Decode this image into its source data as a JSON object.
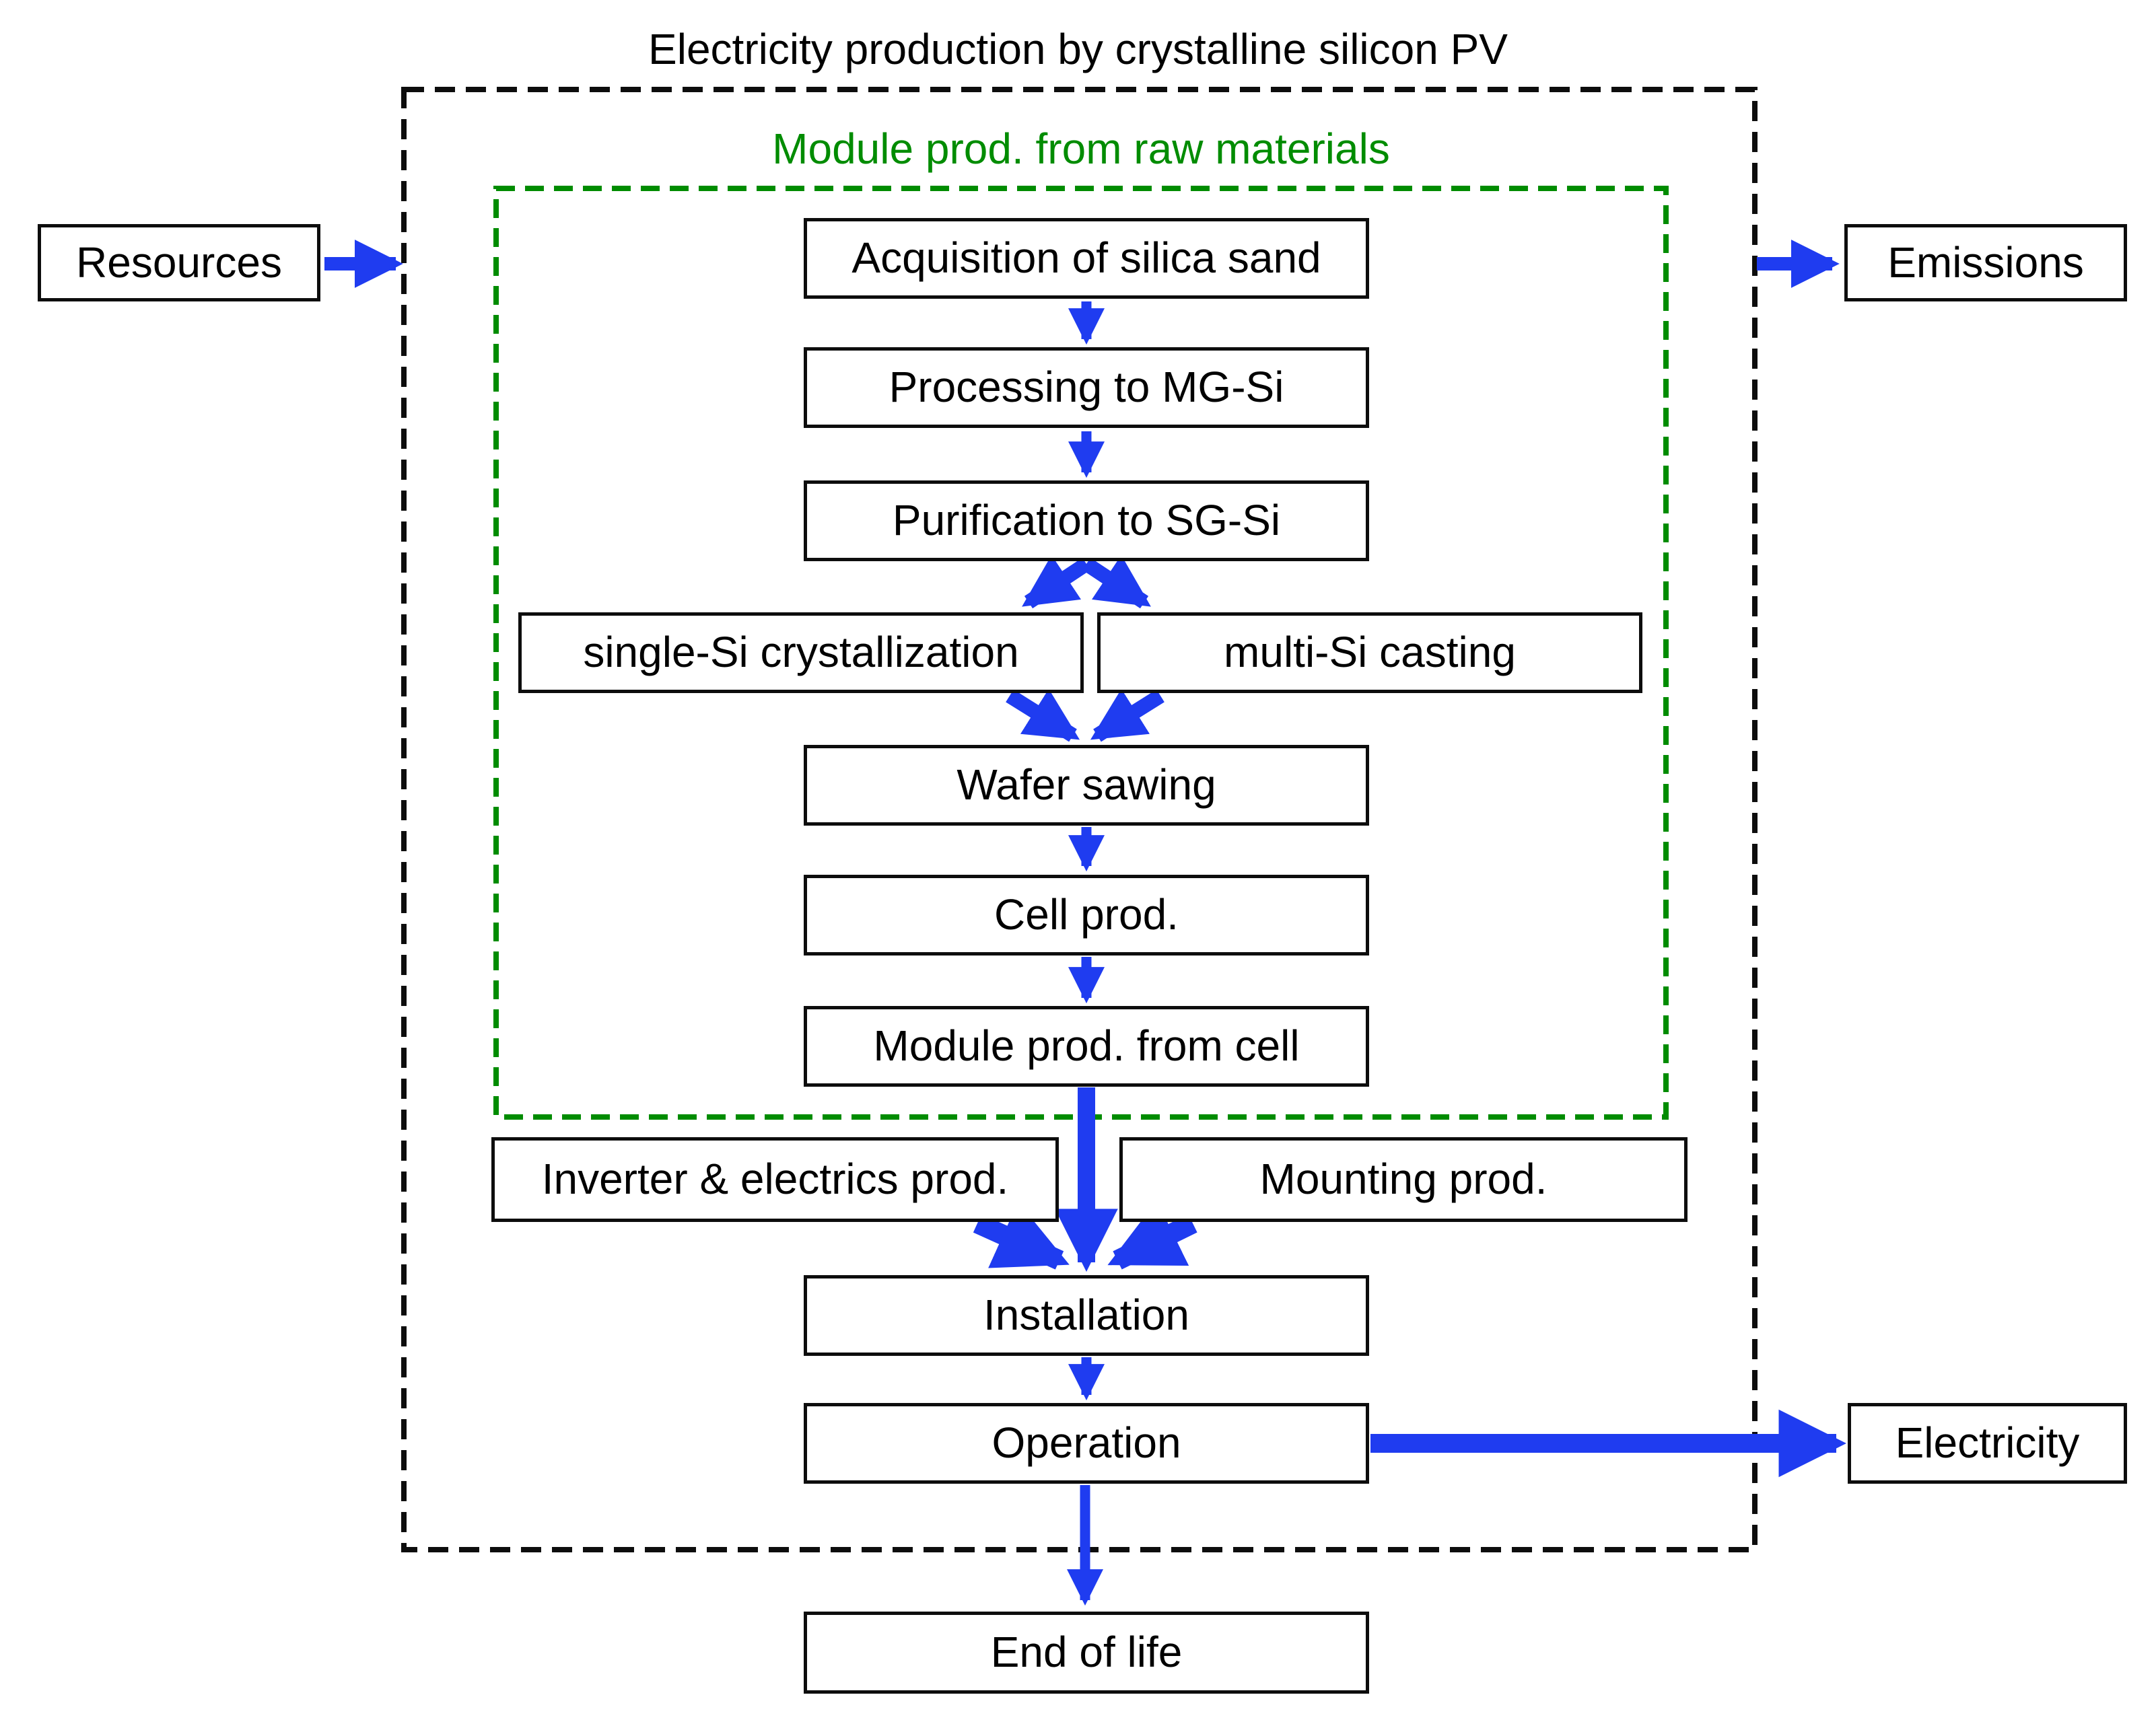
{
  "title": "Electricity production by crystalline silicon PV",
  "module_group": {
    "label": "Module prod. from raw materials"
  },
  "boxes": {
    "resources": "Resources",
    "emissions": "Emissions",
    "acquisition": "Acquisition of silica sand",
    "processing": "Processing to MG-Si",
    "purification": "Purification to SG-Si",
    "single_si": "single-Si crystallization",
    "multi_si": "multi-Si casting",
    "wafer": "Wafer sawing",
    "cell": "Cell prod.",
    "module_from_cell": "Module prod. from cell",
    "inverter": "Inverter & electrics prod.",
    "mounting": "Mounting prod.",
    "installation": "Installation",
    "operation": "Operation",
    "electricity": "Electricity",
    "end_of_life": "End of life"
  },
  "edges": [
    {
      "from": "resources",
      "to": "system-boundary"
    },
    {
      "from": "system-boundary",
      "to": "emissions"
    },
    {
      "from": "acquisition",
      "to": "processing"
    },
    {
      "from": "processing",
      "to": "purification"
    },
    {
      "from": "purification",
      "to": "single_si"
    },
    {
      "from": "purification",
      "to": "multi_si"
    },
    {
      "from": "single_si",
      "to": "wafer"
    },
    {
      "from": "multi_si",
      "to": "wafer"
    },
    {
      "from": "wafer",
      "to": "cell"
    },
    {
      "from": "cell",
      "to": "module_from_cell"
    },
    {
      "from": "module_from_cell",
      "to": "installation"
    },
    {
      "from": "inverter",
      "to": "installation"
    },
    {
      "from": "mounting",
      "to": "installation"
    },
    {
      "from": "installation",
      "to": "operation"
    },
    {
      "from": "operation",
      "to": "electricity"
    },
    {
      "from": "operation",
      "to": "end_of_life"
    }
  ],
  "colors": {
    "arrow_blue": "#1f3cf0",
    "group_green": "#008c00",
    "border_black": "#0d0d0d"
  }
}
